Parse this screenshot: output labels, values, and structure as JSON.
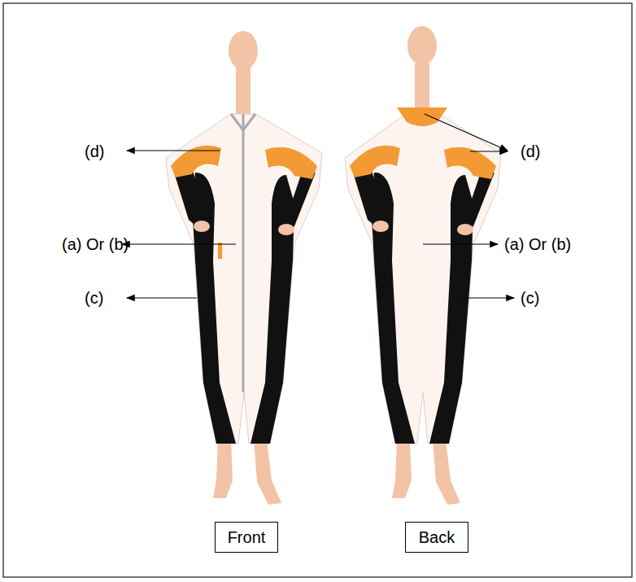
{
  "diagram": {
    "nodes": [
      {
        "text": [
          "Front"
        ]
      },
      {
        "text": [
          "Back"
        ]
      }
    ],
    "labels": [
      "(d)",
      "(a) Or (b)",
      "(c)",
      "(d)",
      "(a) Or (b)",
      "(c)"
    ]
  }
}
